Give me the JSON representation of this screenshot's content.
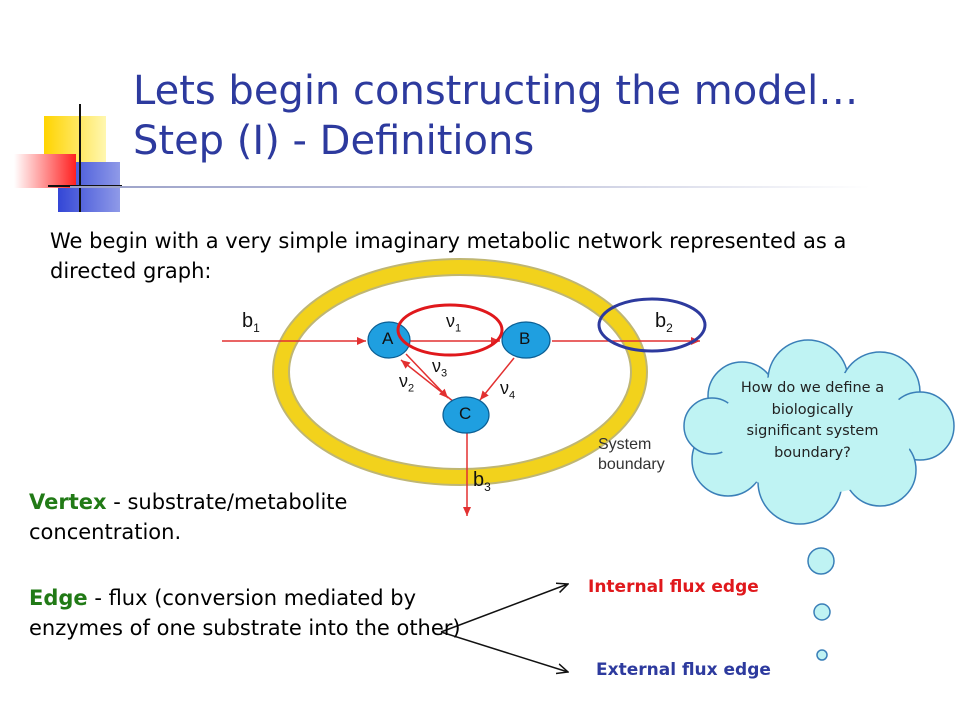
{
  "slide": {
    "title_line1": "Lets begin constructing the model…",
    "title_line2": "Step (I) - Definitions",
    "intro": "We begin with a very simple imaginary metabolic network represented as a directed graph:"
  },
  "diagram": {
    "nodes": {
      "a": "A",
      "b": "B",
      "c": "C"
    },
    "edges": {
      "b1": "b",
      "b1_sub": "1",
      "b2": "b",
      "b2_sub": "2",
      "b3": "b",
      "b3_sub": "3",
      "v1": "ν",
      "v1_sub": "1",
      "v2": "ν",
      "v2_sub": "2",
      "v3": "ν",
      "v3_sub": "3",
      "v4": "ν",
      "v4_sub": "4"
    },
    "system_boundary_line1": "System",
    "system_boundary_line2": "boundary"
  },
  "cloud": {
    "text": "How do we define a biologically significant system boundary?"
  },
  "definitions": {
    "vertex_term": "Vertex",
    "vertex_desc": " - substrate/metabolite concentration.",
    "edge_term": "Edge",
    "edge_desc": " - flux (conversion mediated by enzymes of one substrate into the other)"
  },
  "labels": {
    "internal": "Internal flux edge",
    "external": "External flux edge"
  },
  "colors": {
    "title": "#2d3a9e",
    "keyword": "#217a16",
    "internal": "#e0181c",
    "external": "#2d3a9e",
    "node_fill": "#1f9fe0",
    "boundary_ring": "#f2d21c",
    "cloud_fill": "#bff3f3"
  }
}
